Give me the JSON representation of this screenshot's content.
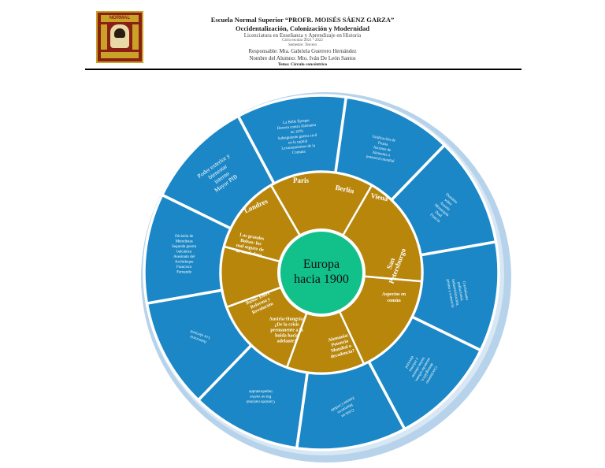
{
  "header": {
    "logo_text_top": "NORMAL",
    "school_title": "Escuela Normal Superior  “PROFR. MOISÉS SÁENZ GARZA”",
    "subtitle": "Occidentalización, Colonización y Modernidad",
    "degree": "Licenciatura en Enseñanza y Aprendizaje en Historia",
    "cycle": "Ciclo escolar 2021 - 2022",
    "semester": "Semestre: Tercero",
    "responsible": "Responsable: Mta. Gabriela Guerrero Hernández",
    "student": "Nombre del Alumno: Mto. Iván De León Santos",
    "topic": "Tema: Círculo concéntrico"
  },
  "diagram": {
    "center_lines": [
      "Europa",
      "hacia 1900"
    ],
    "cities": [
      "Paris",
      "Berlín",
      "Viena",
      "Londres"
    ],
    "middle": [
      {
        "lines": [
          "San",
          "Petersburgo"
        ]
      },
      {
        "lines": [
          "Aspectos en",
          "común"
        ]
      },
      {
        "lines": [
          "Alemania:",
          "Potencia",
          "Mundial o",
          "decadencia?"
        ]
      },
      {
        "lines": [
          "Austria-Hungría:",
          "¿De la crisis",
          "permanente a la",
          "huida hacia",
          "adelante?"
        ]
      },
      {
        "lines": [
          "Rusia: Entre",
          "Reforma y",
          "Revolución"
        ]
      },
      {
        "lines": [
          "Las grandes",
          "Bolsas: los",
          "mal seguro de",
          "la vendedora"
        ]
      }
    ],
    "outer": [
      {
        "lines": [
          "Unificación de",
          "Prusia",
          "Ascenso de",
          "Alemania a",
          "potencial mundial"
        ]
      },
      {
        "lines": [
          "Dominio",
          "sobre",
          "Austria",
          "Monarquía",
          "Dual",
          "Francia"
        ]
      },
      {
        "lines": [
          "Crecimiento",
          "poblacional,",
          "industrialización,",
          "prensa y comercio"
        ]
      },
      {
        "lines": [
          "Crecimiento",
          "demográfico,",
          "ensanche urbano,",
          "luchas obreras",
          "y reforma",
          "electoral"
        ]
      },
      {
        "lines": [
          "Crisis en",
          "Marruecos",
          "Entente Cordiale"
        ]
      },
      {
        "lines": [
          "Cuestión nacional",
          "Paz se vuelve",
          "inquebrantable"
        ]
      },
      {
        "lines": [
          "Autocracia",
          "Ley electoral"
        ]
      },
      {
        "lines": [
          "División de",
          "Metodistas",
          "Segunda guerra",
          "balcánica",
          "Asesinato del",
          "Archiduque",
          "Francisco",
          "Fernando"
        ]
      },
      {
        "lines": [
          "Poder exterior y",
          "bienestar",
          "interno",
          "Mayor PIB"
        ]
      },
      {
        "lines": [
          "La Belle Époque",
          "Derrota contra Alemania",
          "en 1870",
          "Subsiguiente guerra civil",
          "en la capital",
          "Levantamientos de la",
          "Comuna"
        ]
      }
    ]
  },
  "colors": {
    "outer_ring": "#1b87c6",
    "middle_ring": "#b8860b",
    "center": "#12c08a",
    "halo": "#a9cbe8"
  }
}
